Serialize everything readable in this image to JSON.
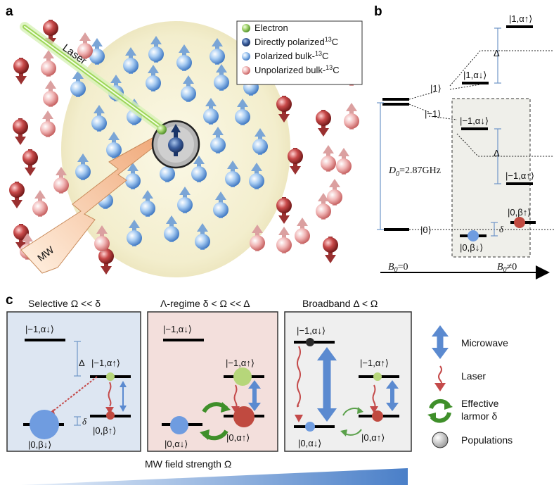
{
  "panels": {
    "a": "a",
    "b": "b",
    "c": "c"
  },
  "panel_a": {
    "laser_label": "Laser",
    "mw_label": "MW",
    "legend": [
      {
        "label": "Electron",
        "color": "#8cc85a"
      },
      {
        "label": "Directly polarized",
        "sup": "13",
        "tail": "C",
        "color": "#2f4f8f"
      },
      {
        "label": "Polarized bulk-",
        "sup": "13",
        "tail": "C",
        "color": "#7fb0e8"
      },
      {
        "label": "Unpolarized bulk-",
        "sup": "13",
        "tail": "C",
        "color": "#e89a9a"
      }
    ]
  },
  "panel_b": {
    "levels": {
      "plus1": "|1⟩",
      "minus1": "|−1⟩",
      "zero": "|0⟩",
      "one_up": "|1,α↑⟩",
      "one_down": "|1,α↓⟩",
      "m1_down": "|−1,α↓⟩",
      "m1_up": "|−1,α↑⟩",
      "zero_beta_up": "|0,β↑⟩",
      "zero_beta_down": "|0,β↓⟩"
    },
    "delta": "Δ",
    "small_delta": "δ",
    "d0_label": "D",
    "d0_sub": "0",
    "d0_value": "=2.87GHz",
    "axis_left": "B",
    "axis_left_sub": "0",
    "axis_left_val": "=0",
    "axis_right": "B",
    "axis_right_sub": "0",
    "axis_right_val": "≠0"
  },
  "panel_c": {
    "regimes": [
      {
        "title": "Selective Ω << δ",
        "bg": "#dde6f2"
      },
      {
        "title": "Λ-regime δ < Ω << Δ",
        "bg": "#f3dfdc"
      },
      {
        "title": "Broadband Δ < Ω",
        "bg": "#efefef"
      }
    ],
    "labels": {
      "m1_down": "|−1,α↓⟩",
      "m1_up": "|−1,α↑⟩",
      "zero_beta_up": "|0,β↑⟩",
      "zero_beta_down": "|0,β↓⟩",
      "zero_alpha_down": "|0,α↓⟩",
      "zero_alpha_up": "|0,α↑⟩",
      "delta": "Δ",
      "small_delta": "δ"
    },
    "legend": {
      "microwave": "Microwave",
      "laser": "Laser",
      "effective": "Effective",
      "larmor": "larmor δ",
      "populations": "Populations"
    },
    "mw_strength": "MW field strength Ω"
  }
}
